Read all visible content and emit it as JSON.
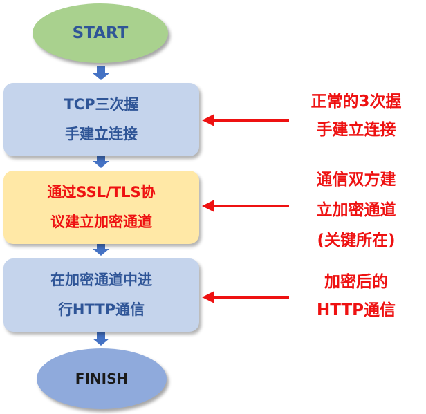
{
  "nodes": {
    "start": "START",
    "step1": [
      "TCP三次握",
      "手建立连接"
    ],
    "step2": [
      "通过SSL/TLS协",
      "议建立加密通道"
    ],
    "step3": [
      "在加密通道中进",
      "行HTTP通信"
    ],
    "finish": "FINISH"
  },
  "notes": {
    "note1": [
      "正常的3次握",
      "手建立连接"
    ],
    "note2": [
      "通信双方建",
      "立加密通道",
      "(关键所在)"
    ],
    "note3": [
      "加密后的",
      "HTTP通信"
    ]
  },
  "colors": {
    "start_fill": "#a9d18e",
    "step_fill": "#c5d4ec",
    "highlight_fill": "#ffe8a6",
    "finish_fill": "#8faadc",
    "node_text": "#2f5597",
    "accent_red": "#ee1111",
    "connector_blue": "#4472c4"
  }
}
